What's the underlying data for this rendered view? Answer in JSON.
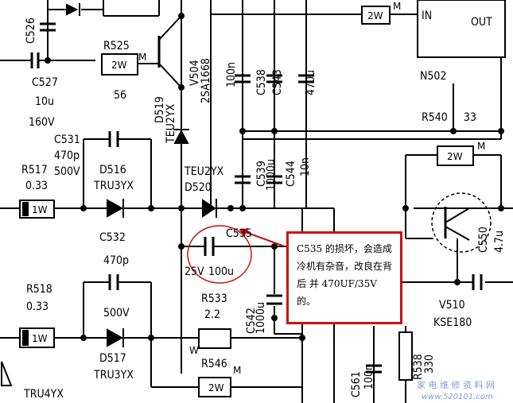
{
  "labels": {
    "c526": "C526",
    "r525": "R525",
    "r525_val": "56",
    "r525_body": "2W",
    "m1": "M",
    "c527": "C527",
    "c527_val": "10u",
    "c527_v": "160V",
    "d519": "D519",
    "d519_part": "TEU2YX",
    "v504": "V504",
    "v504_part": "2SA1668",
    "c_100n": "100n",
    "c538": "C538",
    "c543": "C543",
    "c543_val": "470u",
    "top_2w": "2W",
    "top_m": "M",
    "in": "IN",
    "out": "OUT",
    "n502": "N502",
    "r540": "R540",
    "r540_val": "33",
    "r_2w_right": "2W",
    "r_m_right": "M",
    "c531": "C531",
    "c531_val": "470p",
    "c531_v": "500V",
    "d516": "D516",
    "d516_part": "TRU3YX",
    "r517": "R517",
    "r517_val": "0.33",
    "r517_body": "1W",
    "c539": "C539",
    "c539_val": "1000u",
    "c544": "C544",
    "c544_val": "10n",
    "d520_part": "TEU2YX",
    "d520": "D520",
    "c535": "C535",
    "c535_v": "25V",
    "c535_val": "100u",
    "c550": "C550",
    "c550_val": "4.7u",
    "c532": "C532",
    "c532_val": "470p",
    "c532_v": "500V",
    "d517": "D517",
    "d517_part": "TRU3YX",
    "r518": "R518",
    "r518_val": "0.33",
    "r518_body": "1W",
    "r533": "R533",
    "r533_val": "2.2",
    "w": "W",
    "c542": "C542",
    "c542_val": "1000u",
    "r546": "R546",
    "r546_body": "2W",
    "r546_m": "M",
    "v510": "V510",
    "v510_part": "KSE180",
    "c561": "C561",
    "c561_val": "100n",
    "r538": "R538",
    "r538_val": "330",
    "tru4yx": "TRU4YX"
  },
  "annotation": {
    "text": "C535 的损坏，会造成冷机有杂音，改良在背 后 并  470UF/35V 的。",
    "border_color": "#cc1111",
    "highlight_color": "#cc1111"
  },
  "watermark": {
    "line1": "家 电 维 修 资 料 网",
    "line2": "www.520101.com"
  }
}
